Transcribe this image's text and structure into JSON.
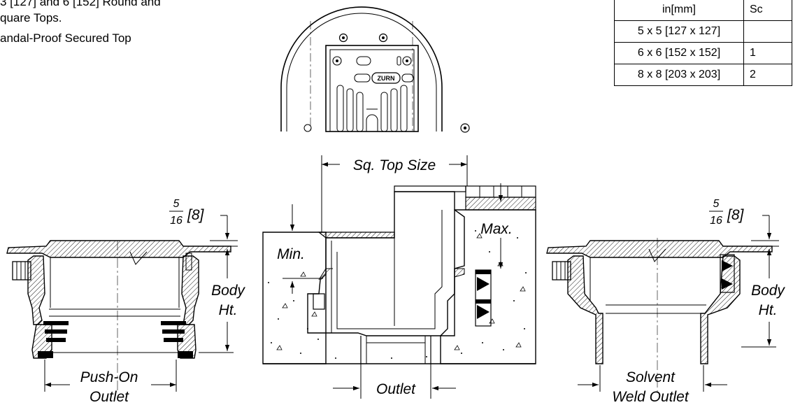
{
  "features": {
    "line1": "3 [127] and 6 [152] Round and",
    "line2": "quare Tops.",
    "line3": "andal-Proof Secured Top"
  },
  "top_view": {
    "logo_text": "ZURN"
  },
  "size_table": {
    "header_col1": "in[mm]",
    "header_col2": "Sc",
    "rows": [
      {
        "size": "5 x 5 [127 x 127]",
        "value": ""
      },
      {
        "size": "6 x 6 [152 x 152]",
        "value": "1"
      },
      {
        "size": "8 x 8 [203 x 203]",
        "value": "2"
      }
    ]
  },
  "left_view": {
    "dim_numerator": "5",
    "dim_denominator": "16",
    "dim_mm": "[8]",
    "body_label_1": "Body",
    "body_label_2": "Ht.",
    "outlet_label_1": "Push-On",
    "outlet_label_2": "Outlet"
  },
  "center_view": {
    "top_size_label": "Sq. Top Size",
    "max_label": "Max.",
    "min_label": "Min.",
    "outlet_label": "Outlet"
  },
  "right_view": {
    "dim_numerator": "5",
    "dim_denominator": "16",
    "dim_mm": "[8]",
    "body_label_1": "Body",
    "body_label_2": "Ht.",
    "outlet_label_1": "Solvent",
    "outlet_label_2": "Weld Outlet"
  }
}
